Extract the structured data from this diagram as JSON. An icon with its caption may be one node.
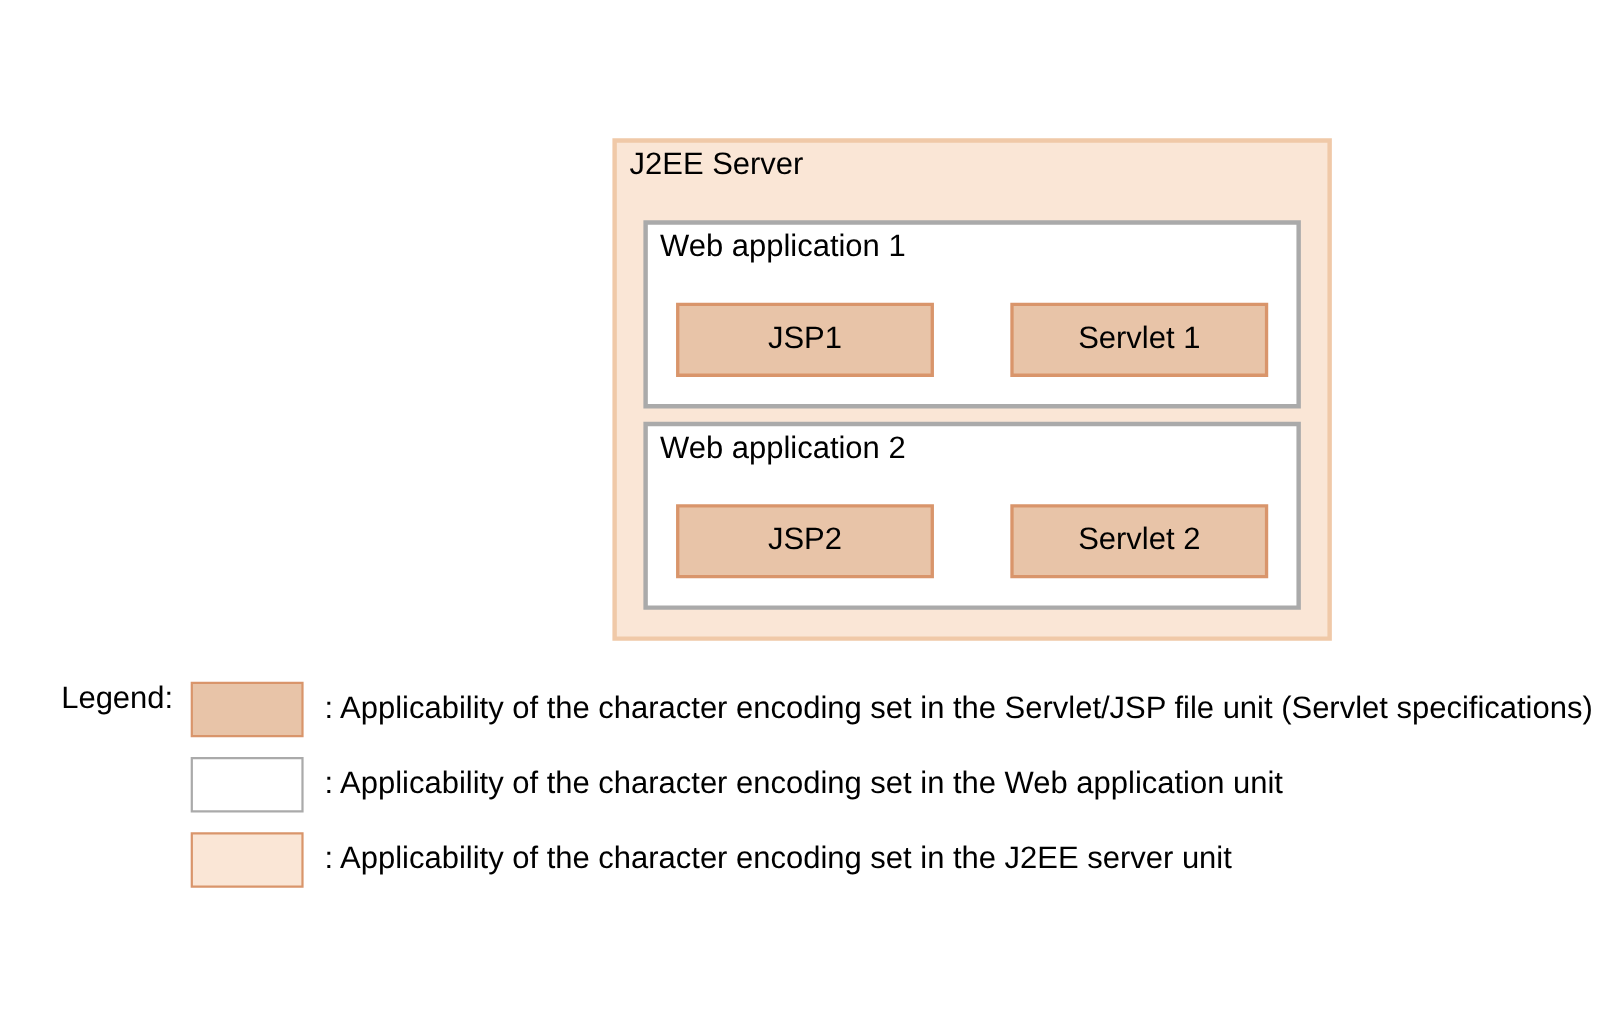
{
  "diagram": {
    "nodes": [
      {
        "text": [
          "J2EE Server"
        ]
      },
      {
        "text": [
          "Web application 1"
        ],
        "in": 0
      },
      {
        "text": [
          "Servlet 1"
        ],
        "in": 1
      },
      {
        "text": [
          "JSP1"
        ],
        "in": 1
      },
      {
        "text": [
          "Web application 2"
        ],
        "in": 0
      },
      {
        "text": [
          "Servlet 2"
        ],
        "in": 4
      },
      {
        "text": [
          "JSP2"
        ],
        "in": 4
      }
    ],
    "edges": [],
    "labels": [
      "Legend:"
    ],
    "legend": [
      {
        "text": ": Applicability of the character encoding set in the Servlet/JSP file unit (Servlet specifications)",
        "color": "#e8c4a8"
      },
      {
        "text": ": Applicability of the character encoding set in the Web application unit",
        "color": "#ffffff"
      },
      {
        "text": ": Applicability of the character encoding set in the J2EE server unit",
        "color": "#fae6d6"
      }
    ]
  }
}
